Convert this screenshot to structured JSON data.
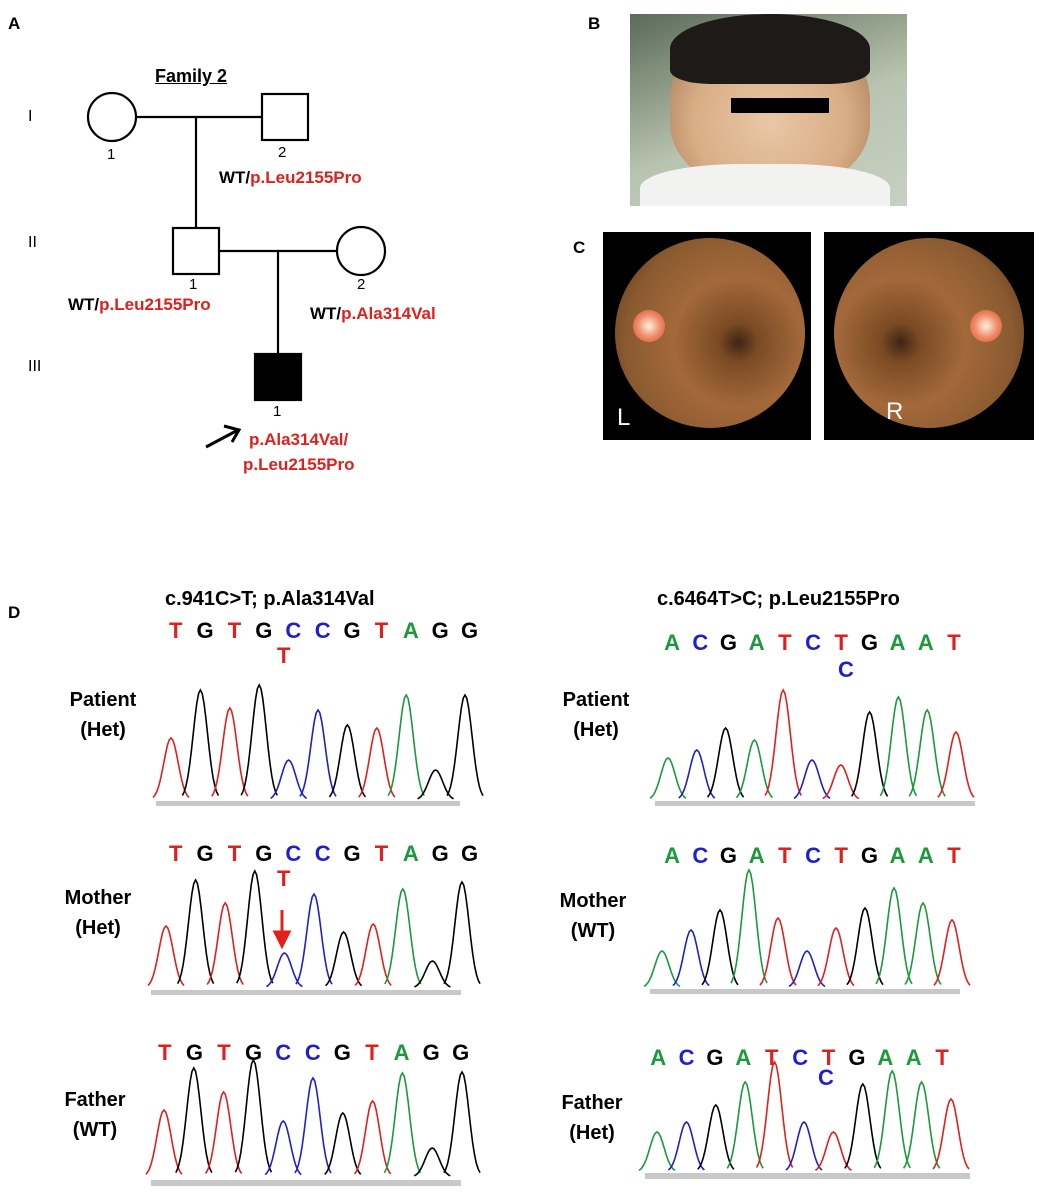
{
  "panels": {
    "a": "A",
    "b": "B",
    "c": "C",
    "d": "D"
  },
  "pedigree": {
    "title": "Family 2",
    "generations": [
      "I",
      "II",
      "III"
    ],
    "individuals": {
      "I1": {
        "num": "1"
      },
      "I2": {
        "num": "2",
        "genotype_wt": "WT/",
        "genotype_mut": "p.Leu2155Pro"
      },
      "II1": {
        "num": "1",
        "genotype_wt": "WT/",
        "genotype_mut": "p.Leu2155Pro"
      },
      "II2": {
        "num": "2",
        "genotype_wt": "WT/",
        "genotype_mut": "p.Ala314Val"
      },
      "III1": {
        "num": "1",
        "genotype_line1": "p.Ala314Val/",
        "genotype_line2": "p.Leu2155Pro"
      }
    }
  },
  "fundus": {
    "left": "L",
    "right": "R"
  },
  "sequencing": {
    "left_title": "c.941C>T; p.Ala314Val",
    "right_title": "c.6464T>C; p.Leu2155Pro",
    "left_seq": [
      "T",
      "G",
      "T",
      "G",
      "C",
      "C",
      "G",
      "T",
      "A",
      "G",
      "G"
    ],
    "right_seq": [
      "A",
      "C",
      "G",
      "A",
      "T",
      "C",
      "T",
      "G",
      "A",
      "A",
      "T"
    ],
    "left_alt": "T",
    "right_alt": "C",
    "rows": {
      "left_patient_1": "Patient",
      "left_patient_2": "(Het)",
      "left_mother_1": "Mother",
      "left_mother_2": "(Het)",
      "left_father_1": "Father",
      "left_father_2": "(WT)",
      "right_patient_1": "Patient",
      "right_patient_2": "(Het)",
      "right_mother_1": "Mother",
      "right_mother_2": "(WT)",
      "right_father_1": "Father",
      "right_father_2": "(Het)"
    }
  },
  "colors": {
    "T": "#e0201c",
    "G": "#000000",
    "C": "#1f1fcf",
    "A": "#1a9a3a",
    "mutation_red": "#e0201c"
  }
}
